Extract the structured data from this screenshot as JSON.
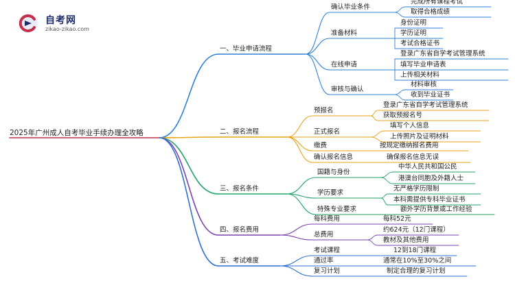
{
  "logo": {
    "name": "自考网",
    "url": "zikao-zikao.com"
  },
  "title": "2025年广州成人自考毕业手续办理全攻略",
  "colors": {
    "b1": "#2e7fd8",
    "b2": "#e8a317",
    "b3": "#21a36a",
    "b4": "#7b3fb2",
    "b5": "#2d6fd0",
    "root": "#c4304b"
  },
  "branches": [
    {
      "label": "一、毕业申请流程",
      "color": "b1",
      "children": [
        {
          "label": "确认毕业条件",
          "children": [
            "完成所有课程考试",
            "取得合格成绩"
          ]
        },
        {
          "label": "准备材料",
          "children": [
            "身份证明",
            "学历证明",
            "考试合格证书"
          ]
        },
        {
          "label": "在线申请",
          "children": [
            "登录广东省自学考试管理系统",
            "填写毕业申请表",
            "上传相关材料"
          ]
        },
        {
          "label": "审核与确认",
          "children": [
            "材料审核",
            "收到毕业证书"
          ]
        }
      ]
    },
    {
      "label": "二、报名流程",
      "color": "b2",
      "children": [
        {
          "label": "预报名",
          "children": [
            "登录广东省自学考试管理系统",
            "获取预报名号"
          ]
        },
        {
          "label": "正式报名",
          "children": [
            "填写个人信息",
            "上传照片及证明材料"
          ]
        },
        {
          "label": "缴费",
          "children": [
            "按规定缴纳报名费用"
          ]
        },
        {
          "label": "确认报名信息",
          "children": [
            "确保报名信息无误"
          ]
        }
      ]
    },
    {
      "label": "三、报名条件",
      "color": "b3",
      "children": [
        {
          "label": "国籍与身份",
          "children": [
            "中华人民共和国公民",
            "港澳台同胞及外籍人士"
          ]
        },
        {
          "label": "学历要求",
          "children": [
            "无严格学历限制",
            "本科需提供专科毕业证书"
          ]
        },
        {
          "label": "特殊专业要求",
          "children": [
            "额外学历背景或工作经验"
          ]
        }
      ]
    },
    {
      "label": "四、报名费用",
      "color": "b4",
      "children": [
        {
          "label": "每科费用",
          "children": [
            "每科52元"
          ]
        },
        {
          "label": "总费用",
          "children": [
            "约624元（12门课程）",
            "教材及其他费用"
          ]
        }
      ]
    },
    {
      "label": "五、考试难度",
      "color": "b5",
      "children": [
        {
          "label": "考试课程",
          "children": [
            "12到18门课程"
          ]
        },
        {
          "label": "通过率",
          "children": [
            "通常在10%至30%之间"
          ]
        },
        {
          "label": "复习计划",
          "children": [
            "制定合理的复习计划"
          ]
        }
      ]
    }
  ]
}
